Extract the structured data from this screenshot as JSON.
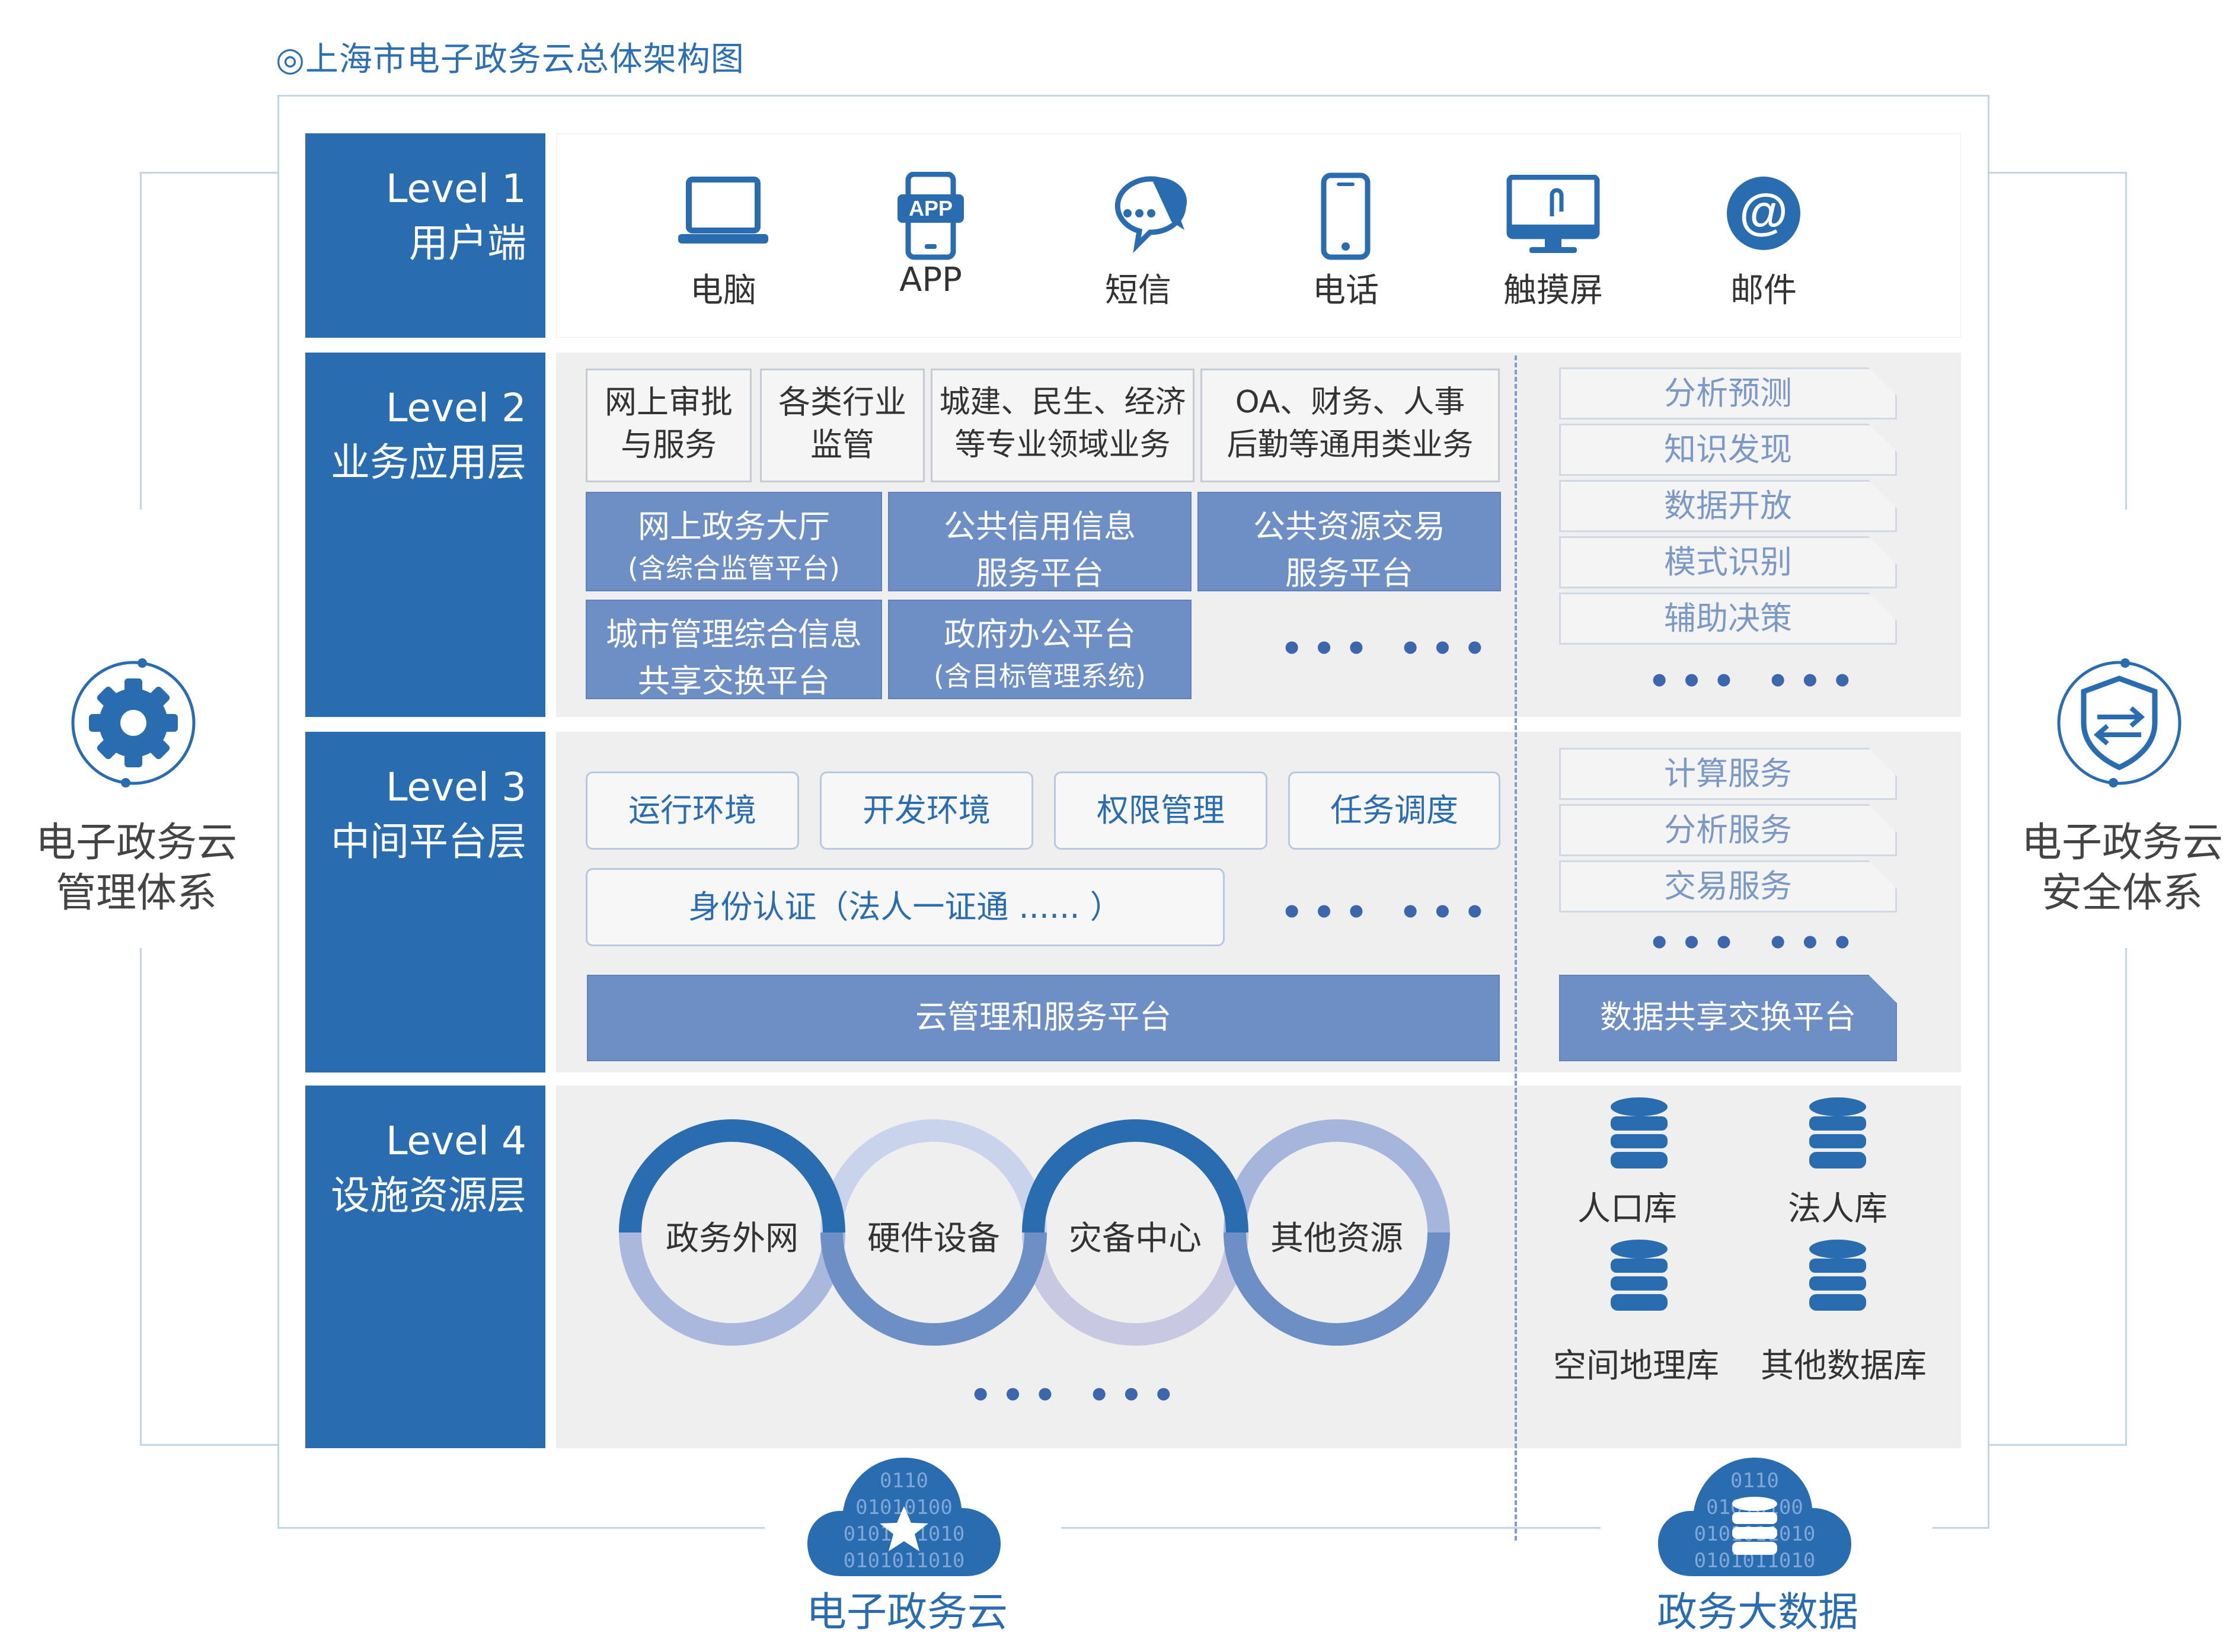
{
  "title": "◎上海市电子政务云总体架构图",
  "levels": [
    {
      "en": "Level 1",
      "zh": "用户端"
    },
    {
      "en": "Level 2",
      "zh": "业务应用层"
    },
    {
      "en": "Level 3",
      "zh": "中间平台层"
    },
    {
      "en": "Level 4",
      "zh": "设施资源层"
    }
  ],
  "user_terminals": [
    {
      "label": "电脑",
      "icon": "laptop-icon"
    },
    {
      "label": "APP",
      "icon": "app-phone-icon",
      "badge": "APP"
    },
    {
      "label": "短信",
      "icon": "chat-bubble-icon"
    },
    {
      "label": "电话",
      "icon": "mobile-phone-icon"
    },
    {
      "label": "触摸屏",
      "icon": "touch-screen-icon"
    },
    {
      "label": "邮件",
      "icon": "email-at-icon",
      "glyph": "@"
    }
  ],
  "business_apps": {
    "top_row": [
      {
        "line1": "网上审批",
        "line2": "与服务"
      },
      {
        "line1": "各类行业",
        "line2": "监管"
      },
      {
        "line1": "城建、民生、经济",
        "line2": "等专业领域业务"
      },
      {
        "line1": "OA、财务、人事",
        "line2": "后勤等通用类业务"
      }
    ],
    "platforms": [
      {
        "line1": "网上政务大厅",
        "line2": "(含综合监管平台)"
      },
      {
        "line1": "公共信用信息",
        "line2": "服务平台"
      },
      {
        "line1": "公共资源交易",
        "line2": "服务平台"
      },
      {
        "line1": "城市管理综合信息",
        "line2": "共享交换平台"
      },
      {
        "line1": "政府办公平台",
        "line2": "(含目标管理系统)"
      }
    ],
    "more": "••• •••",
    "analytics": [
      "分析预测",
      "知识发现",
      "数据开放",
      "模式识别",
      "辅助决策"
    ],
    "analytics_more": "••• •••"
  },
  "middle_platform": {
    "envs": [
      "运行环境",
      "开发环境",
      "权限管理",
      "任务调度"
    ],
    "auth": "身份认证（法人一证通 ...... ）",
    "more": "••• •••",
    "cloud_mgmt": "云管理和服务平台",
    "services": [
      "计算服务",
      "分析服务",
      "交易服务"
    ],
    "services_more": "••• •••",
    "data_exchange": "数据共享交换平台"
  },
  "infrastructure": {
    "rings": [
      "政务外网",
      "硬件设备",
      "灾备中心",
      "其他资源"
    ],
    "more": "••• •••",
    "databases": [
      "人口库",
      "法人库",
      "空间地理库",
      "其他数据库"
    ]
  },
  "side": {
    "left_line1": "电子政务云",
    "left_line2": "管理体系",
    "right_line1": "电子政务云",
    "right_line2": "安全体系"
  },
  "bottom": {
    "left": "电子政务云",
    "right": "政务大数据",
    "cloud_binary_1": "0110",
    "cloud_binary_2": "01010100",
    "cloud_binary_3": "0101011010"
  },
  "colors": {
    "primary": "#2a6cb0",
    "secondary": "#6d8fc6",
    "panel": "#efefef",
    "ring_dark": "#2a6cb0",
    "ring_light": "#a9b8dc"
  }
}
